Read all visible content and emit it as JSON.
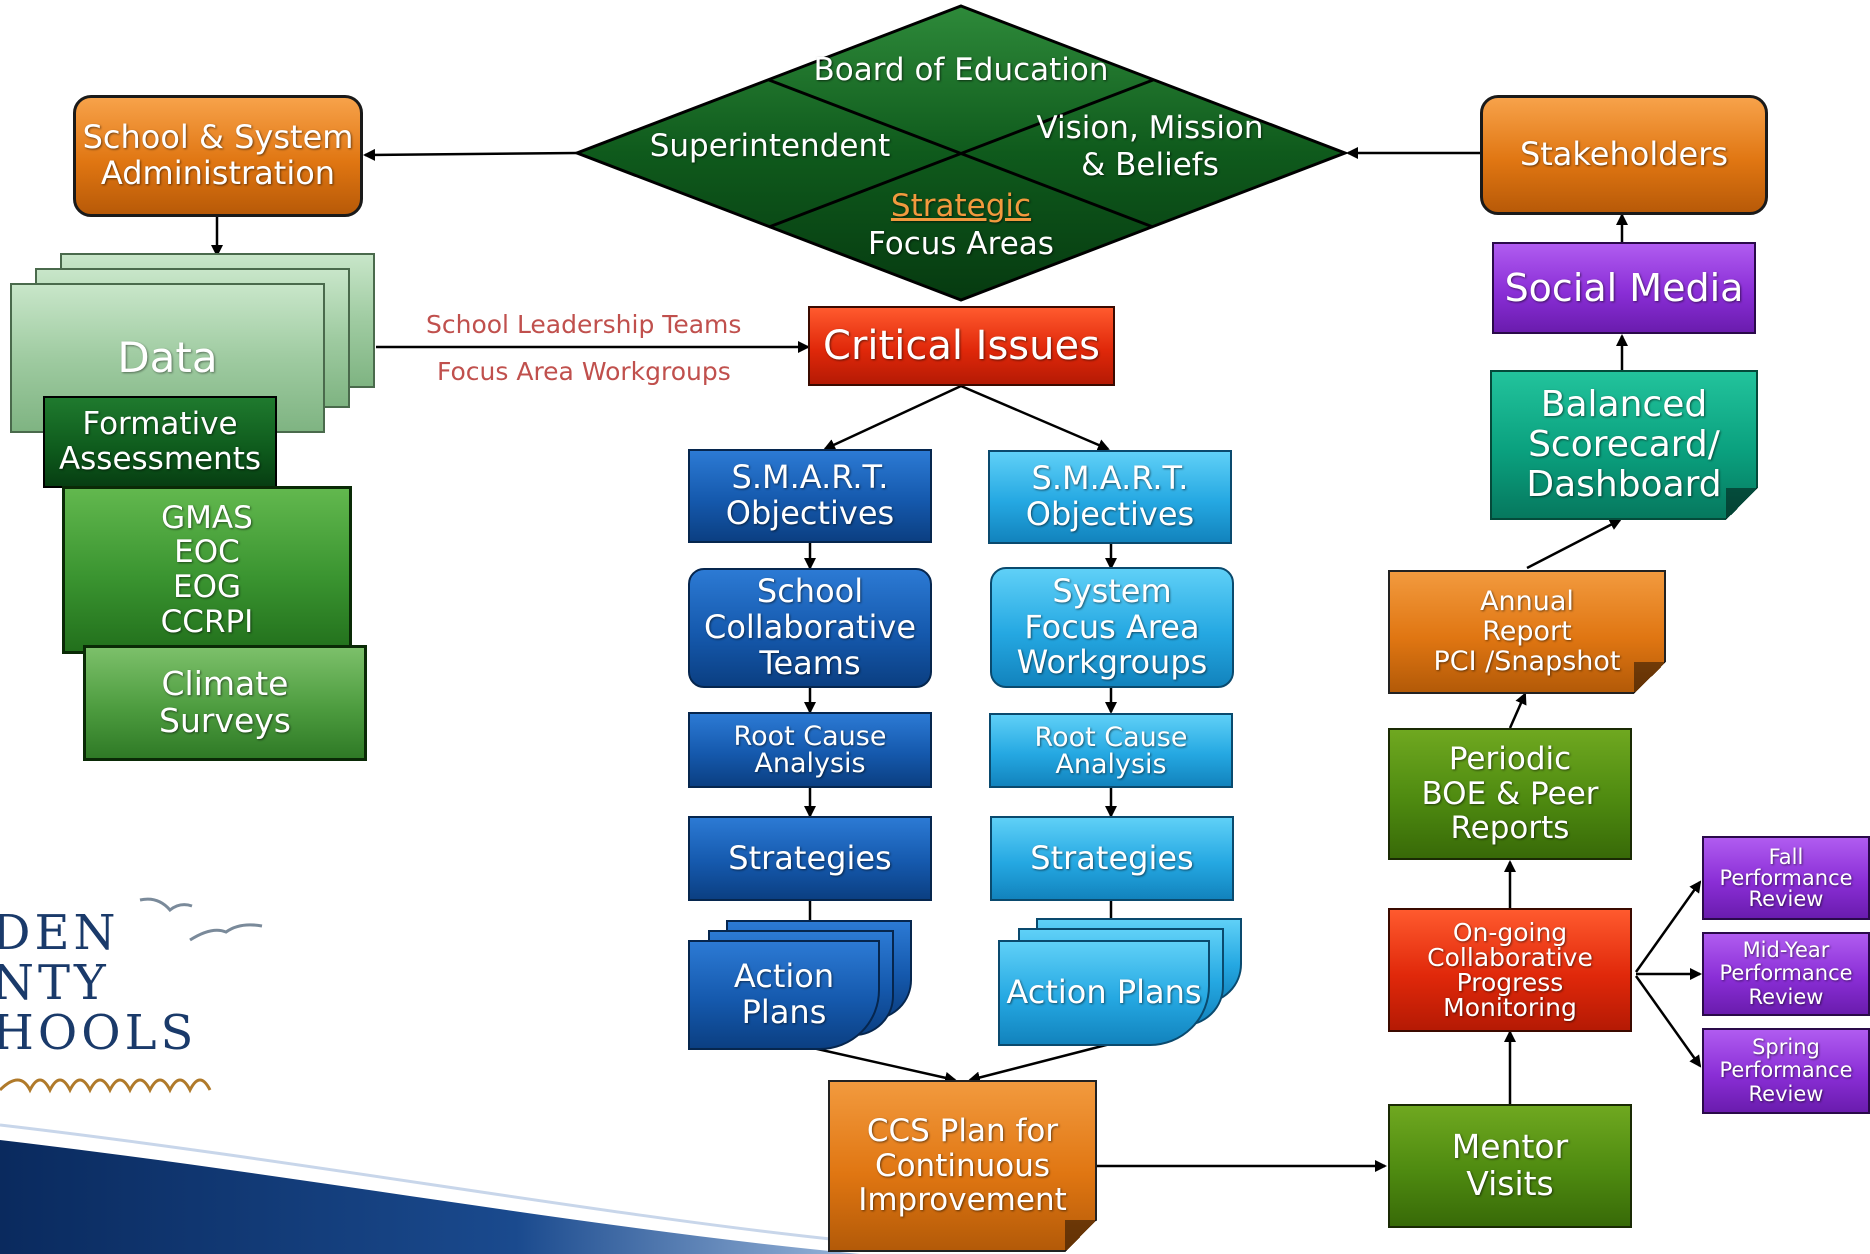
{
  "diamond": {
    "top": "Board of Education",
    "left": "Superintendent",
    "right": "Vision, Mission\n& Beliefs",
    "bottom_highlight": "Strategic",
    "bottom_rest": "Focus Areas"
  },
  "left_column": {
    "admin": "School & System\nAdministration",
    "data": "Data",
    "formative": "Formative\nAssessments",
    "tests": "GMAS\nEOC\nEOG\nCCRPI",
    "climate": "Climate\nSurveys"
  },
  "teams_labels": {
    "line1": "School Leadership Teams",
    "line2": "Focus Area Workgroups"
  },
  "critical_issues": "Critical Issues",
  "school_path": {
    "objectives": "S.M.A.R.T.\nObjectives",
    "teams": "School\nCollaborative\nTeams",
    "root_cause": "Root Cause\nAnalysis",
    "strategies": "Strategies",
    "action_plans": "Action Plans"
  },
  "system_path": {
    "objectives": "S.M.A.R.T.\nObjectives",
    "teams": "System\nFocus Area\nWorkgroups",
    "root_cause": "Root Cause\nAnalysis",
    "strategies": "Strategies",
    "action_plans": "Action Plans"
  },
  "ccs_plan": "CCS Plan for\nContinuous\nImprovement",
  "right_column": {
    "stakeholders": "Stakeholders",
    "social_media": "Social Media",
    "scorecard": "Balanced\nScorecard/\nDashboard",
    "annual_report": "Annual\nReport\nPCI /Snapshot",
    "periodic": "Periodic\nBOE & Peer\nReports",
    "monitoring": "On-going\nCollaborative\nProgress\nMonitoring",
    "mentor": "Mentor\nVisits"
  },
  "reviews": {
    "fall": "Fall\nPerformance\nReview",
    "mid": "Mid-Year\nPerformance\nReview",
    "spring": "Spring\nPerformance\nReview"
  },
  "logo": {
    "line1": "DEN",
    "line2": "NTY",
    "line3": "HOOLS"
  },
  "colors": {
    "orange": "#e07612",
    "red": "#e0280a",
    "purple": "#8a2ed6",
    "teal": "#0aa07e",
    "dark_green": "#0e5a1c",
    "green": "#3a9430",
    "olive": "#4e8a10",
    "blue": "#1559ad",
    "cyan": "#25a8e2",
    "label_red": "#c0504d"
  }
}
